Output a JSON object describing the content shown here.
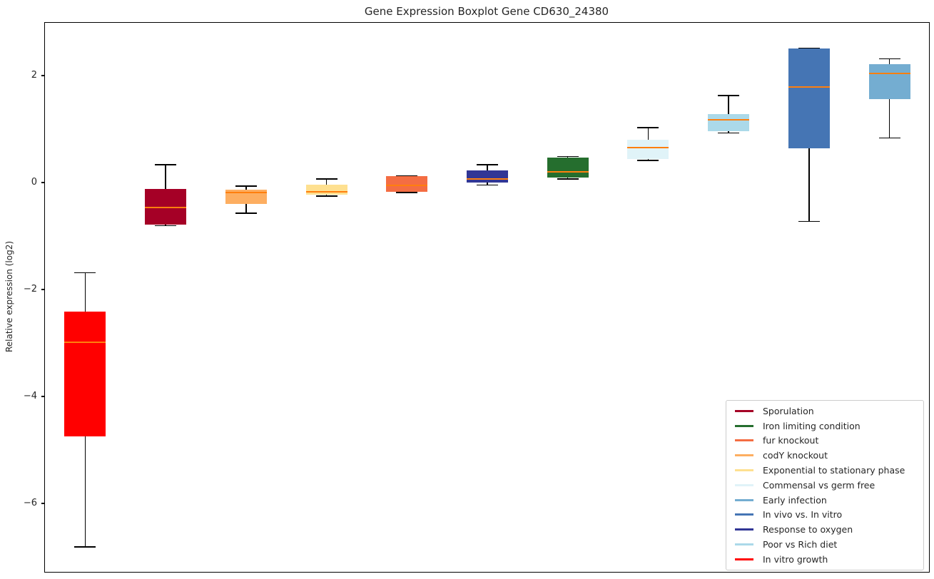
{
  "figure": {
    "title": "Gene Expression Boxplot Gene CD630_24380",
    "ylabel": "Relative expression (log2)"
  },
  "chart_data": {
    "type": "boxplot",
    "title": "Gene Expression Boxplot Gene CD630_24380",
    "xlabel": "",
    "ylabel": "Relative expression (log2)",
    "ylim": [
      -7.28,
      3.0
    ],
    "grid": false,
    "median_color": "#ff7f0e",
    "whisker_color": "#000000",
    "yticks": [
      {
        "value": 2,
        "label": "2"
      },
      {
        "value": 0,
        "label": "0"
      },
      {
        "value": -2,
        "label": "−2"
      },
      {
        "value": -4,
        "label": "−4"
      },
      {
        "value": -6,
        "label": "−6"
      }
    ],
    "groups": [
      {
        "label": "In vitro growth",
        "color": "#ff0000",
        "whislo": -6.8,
        "q1": -4.73,
        "med": -2.97,
        "q3": -2.4,
        "whishi": -1.67
      },
      {
        "label": "Sporulation",
        "color": "#a50026",
        "whislo": -0.79,
        "q1": -0.77,
        "med": -0.45,
        "q3": -0.11,
        "whishi": 0.35
      },
      {
        "label": "codY knockout",
        "color": "#fdae61",
        "whislo": -0.56,
        "q1": -0.39,
        "med": -0.17,
        "q3": -0.12,
        "whishi": -0.05
      },
      {
        "label": "Exponential to stationary phase",
        "color": "#fee090",
        "whislo": -0.24,
        "q1": -0.21,
        "med": -0.16,
        "q3": -0.03,
        "whishi": 0.08
      },
      {
        "label": "fur knockout",
        "color": "#f46d43",
        "whislo": -0.17,
        "q1": -0.16,
        "med": -0.04,
        "q3": 0.13,
        "whishi": 0.14
      },
      {
        "label": "Response to oxygen",
        "color": "#313695",
        "whislo": -0.03,
        "q1": 0.01,
        "med": 0.08,
        "q3": 0.24,
        "whishi": 0.35
      },
      {
        "label": "Iron limiting condition",
        "color": "#256e2e",
        "whislo": 0.08,
        "q1": 0.11,
        "med": 0.21,
        "q3": 0.48,
        "whishi": 0.5
      },
      {
        "label": "Commensal vs germ free",
        "color": "#e0f3f8",
        "whislo": 0.43,
        "q1": 0.46,
        "med": 0.67,
        "q3": 0.81,
        "whishi": 1.04
      },
      {
        "label": "Poor vs Rich diet",
        "color": "#abd9e9",
        "whislo": 0.94,
        "q1": 0.97,
        "med": 1.19,
        "q3": 1.29,
        "whishi": 1.64
      },
      {
        "label": "In vivo vs. In vitro",
        "color": "#4575b4",
        "whislo": -0.71,
        "q1": 0.65,
        "med": 1.8,
        "q3": 2.52,
        "whishi": 2.52
      },
      {
        "label": "Early infection",
        "color": "#74add1",
        "whislo": 0.85,
        "q1": 1.57,
        "med": 2.06,
        "q3": 2.23,
        "whishi": 2.33
      }
    ],
    "legend": {
      "position": "lower right",
      "items": [
        {
          "label": "Sporulation",
          "color": "#a50026"
        },
        {
          "label": "Iron limiting condition",
          "color": "#256e2e"
        },
        {
          "label": "fur knockout",
          "color": "#f46d43"
        },
        {
          "label": "codY knockout",
          "color": "#fdae61"
        },
        {
          "label": "Exponential to stationary phase",
          "color": "#fee090"
        },
        {
          "label": "Commensal vs germ free",
          "color": "#e0f3f8"
        },
        {
          "label": "Early infection",
          "color": "#74add1"
        },
        {
          "label": "In vivo vs. In vitro",
          "color": "#4575b4"
        },
        {
          "label": "Response to oxygen",
          "color": "#313695"
        },
        {
          "label": "Poor vs Rich diet",
          "color": "#abd9e9"
        },
        {
          "label": "In vitro growth",
          "color": "#ff0000"
        }
      ]
    }
  }
}
